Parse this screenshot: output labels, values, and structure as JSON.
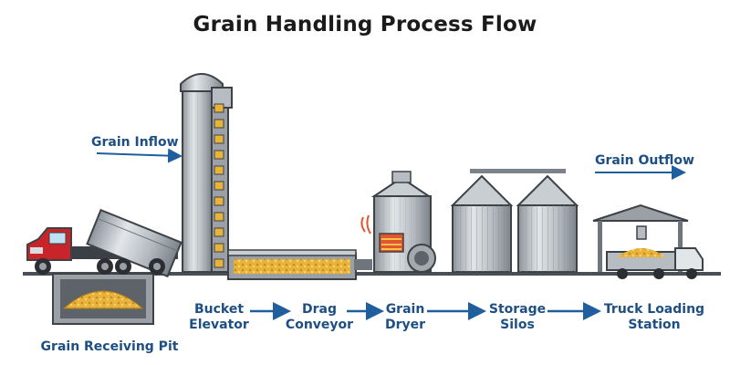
{
  "title": "Grain Handling Process Flow",
  "inflow_label": "Grain Inflow",
  "outflow_label": "Grain Outflow",
  "pit_label": "Grain Receiving Pit",
  "steps": [
    {
      "line1": "Bucket",
      "line2": "Elevator"
    },
    {
      "line1": "Drag",
      "line2": "Conveyor"
    },
    {
      "line1": "Grain",
      "line2": "Dryer"
    },
    {
      "line1": "Storage",
      "line2": "Silos"
    },
    {
      "line1": "Truck Loading",
      "line2": "Station"
    }
  ],
  "colors": {
    "label_blue": "#1d4f84",
    "arrow_blue": "#1f5f9e",
    "steel": "#b7bcc2",
    "steel_dark": "#6e757c",
    "grain": "#e8b33a",
    "truck_red": "#c8242a"
  }
}
